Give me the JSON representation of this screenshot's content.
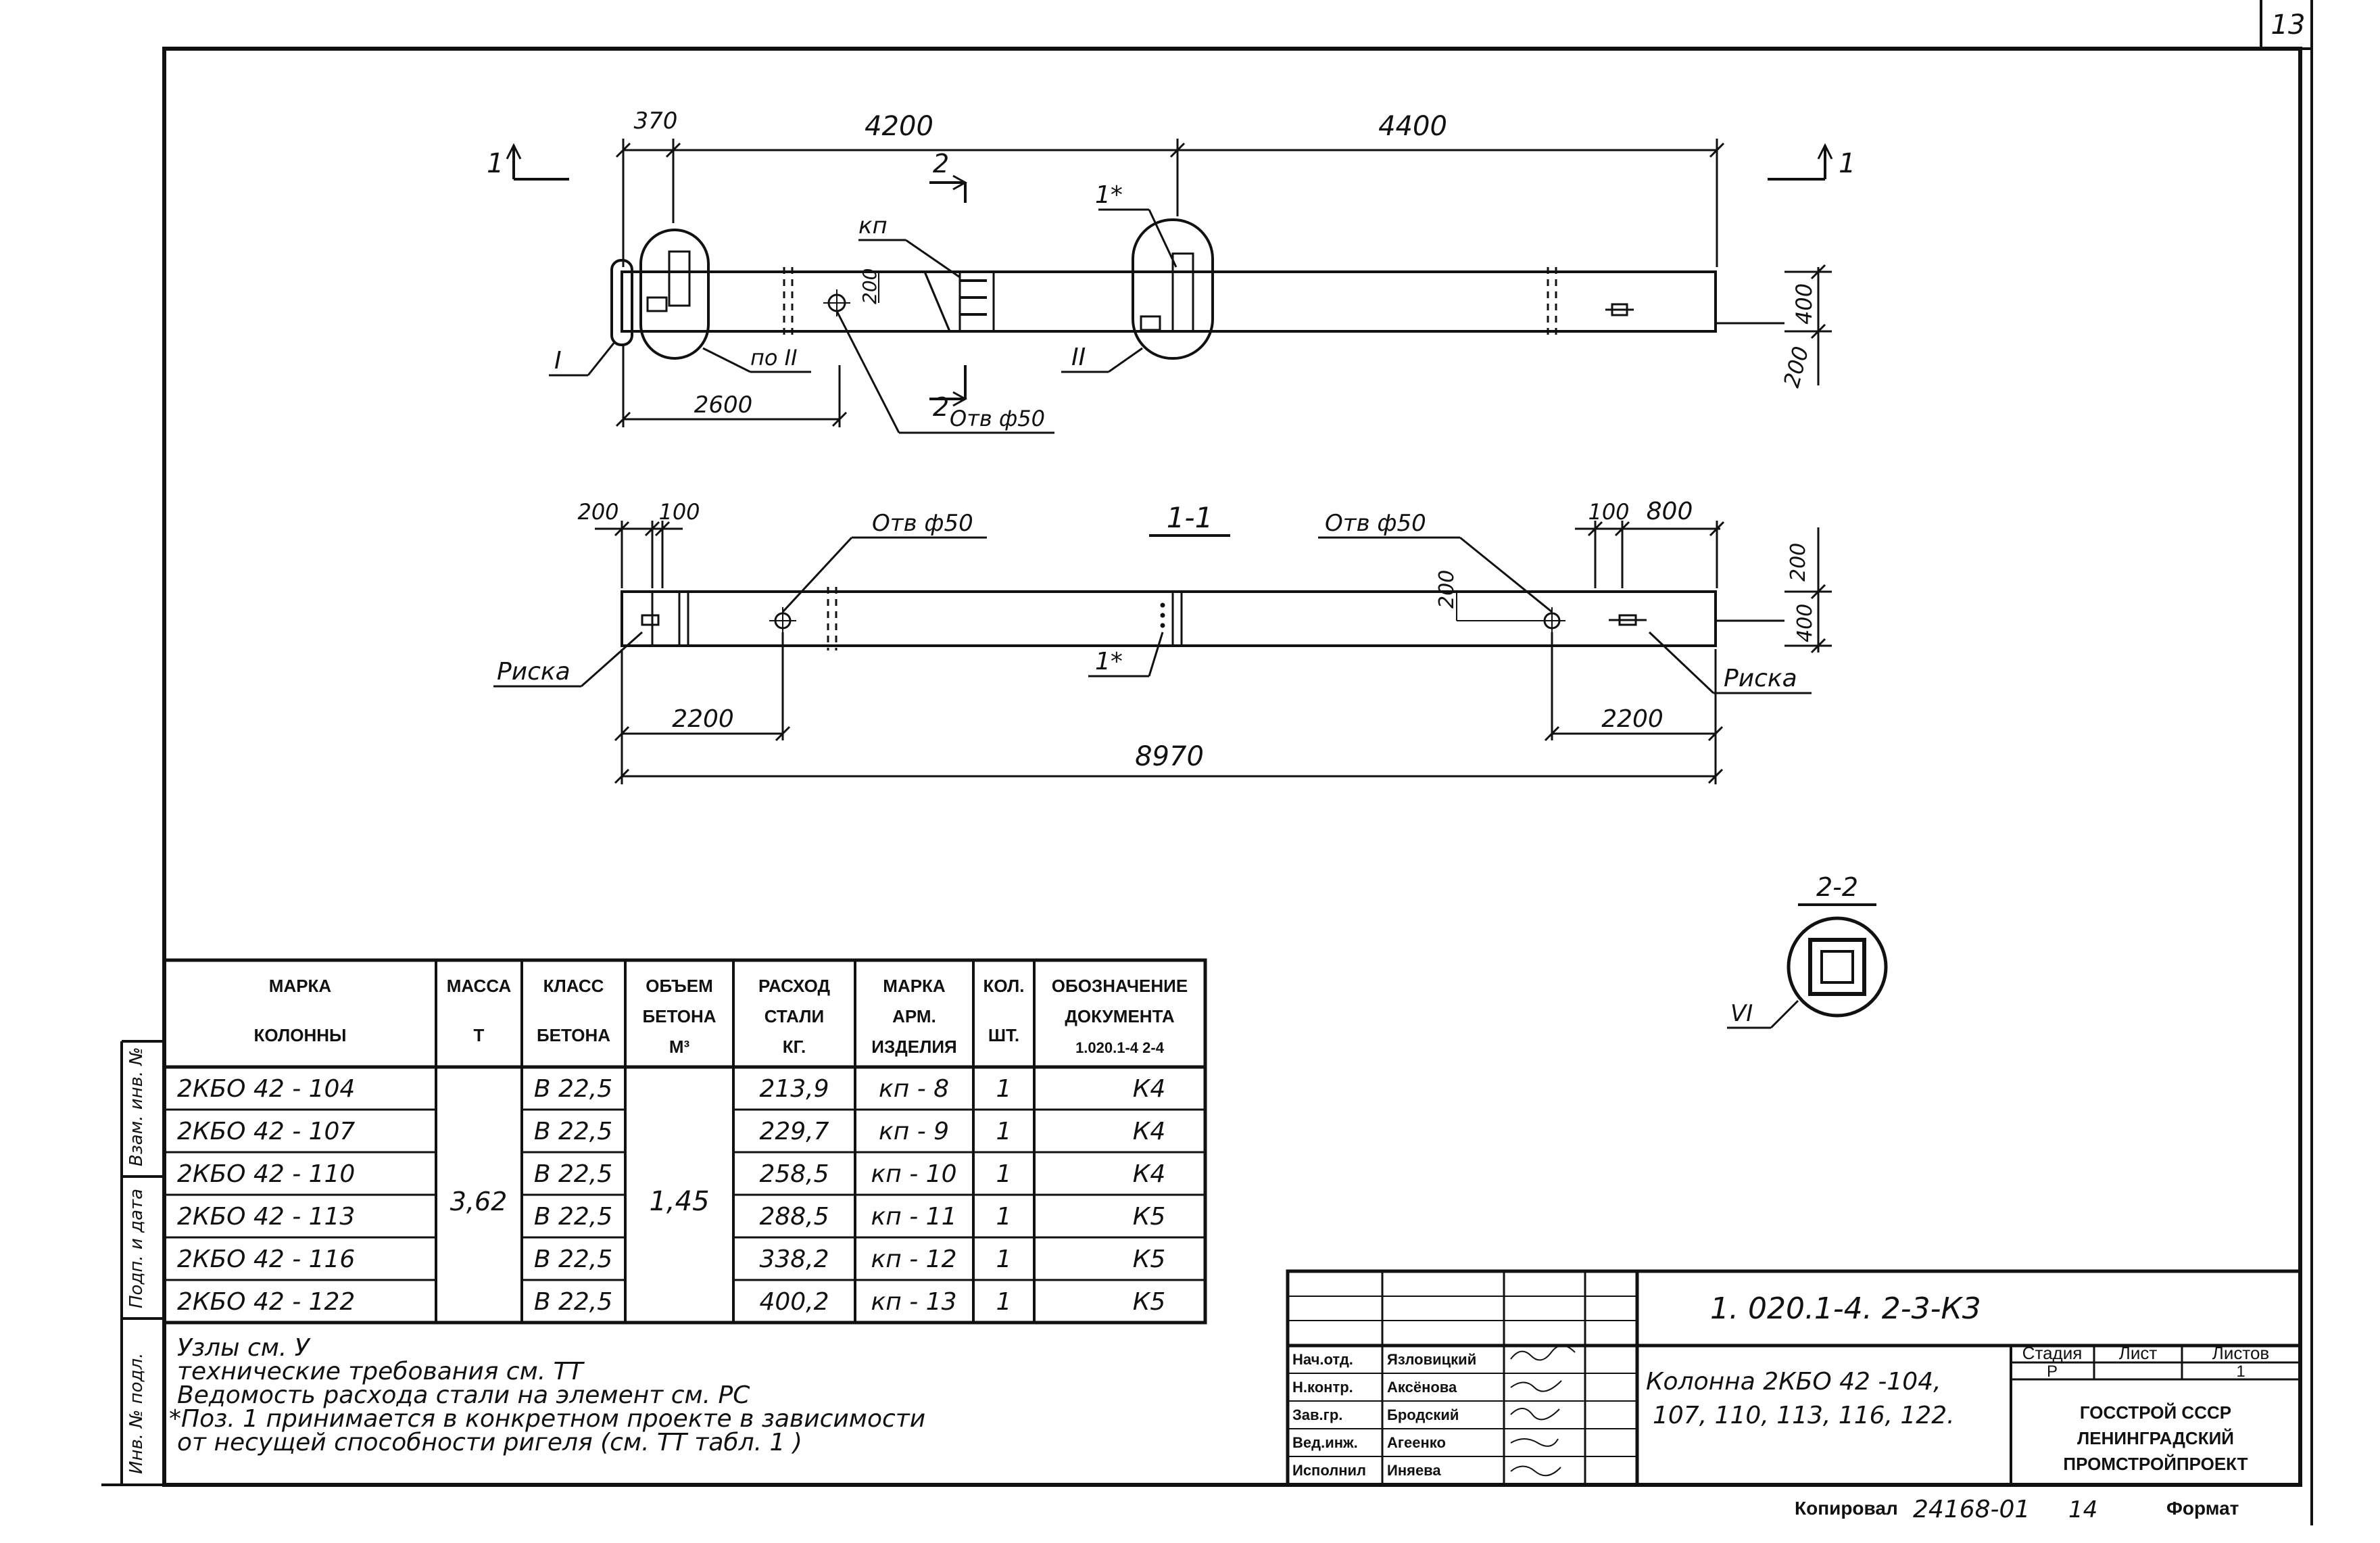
{
  "sheet": {
    "page_number": "13",
    "copy_note": "Копировал",
    "copy_number": "24168-01",
    "copy_sheet": "14",
    "format_label": "Формат"
  },
  "plan_view": {
    "dims": {
      "d370": "370",
      "d4200": "4200",
      "d4400": "4400",
      "d2600": "2600",
      "d200h": "200",
      "d400": "400",
      "d200v": "200"
    },
    "section_mark_left": "1",
    "section_mark_right": "1",
    "cut_2_top": "2",
    "cut_2_bottom": "2",
    "kp_label": "кп",
    "node_I": "I",
    "node_II": "II",
    "po_II": "по II",
    "pos_1star": "1*",
    "hole": "Отв ф50"
  },
  "section_1_1": {
    "title": "1-1",
    "dims": {
      "d200": "200",
      "d100a": "100",
      "d100b": "100",
      "d800": "800",
      "d200r": "200",
      "d400r": "400",
      "d200m": "200",
      "d2200l": "2200",
      "d2200r": "2200",
      "d8970": "8970"
    },
    "hole_left": "Отв ф50",
    "hole_right": "Отв ф50",
    "riska_left": "Риска",
    "riska_right": "Риска",
    "pos_1star": "1*"
  },
  "section_2_2": {
    "title": "2-2",
    "node_VI": "VI"
  },
  "spec_table": {
    "headers": [
      {
        "l1": "МАРКА",
        "l2": "",
        "l3": "КОЛОННЫ"
      },
      {
        "l1": "МАССА",
        "l2": "",
        "l3": "Т"
      },
      {
        "l1": "КЛАСС",
        "l2": "",
        "l3": "БЕТОНА"
      },
      {
        "l1": "ОБЪЕМ",
        "l2": "БЕТОНА",
        "l3": "М³"
      },
      {
        "l1": "РАСХОД",
        "l2": "СТАЛИ",
        "l3": "КГ."
      },
      {
        "l1": "МАРКА",
        "l2": "АРМ.",
        "l3": "ИЗДЕЛИЯ"
      },
      {
        "l1": "КОЛ.",
        "l2": "",
        "l3": "ШТ."
      },
      {
        "l1": "ОБОЗНАЧЕНИЕ",
        "l2": "ДОКУМЕНТА",
        "l3": "1.020.1-4   2-4"
      }
    ],
    "mass": "3,62",
    "volume": "1,45",
    "rows": [
      {
        "mark": "2КБО 42 - 104",
        "concrete": "В 22,5",
        "steel": "213,9",
        "kp": "кп - 8",
        "qty": "1",
        "doc": "К4"
      },
      {
        "mark": "2КБО 42 - 107",
        "concrete": "В 22,5",
        "steel": "229,7",
        "kp": "кп - 9",
        "qty": "1",
        "doc": "К4"
      },
      {
        "mark": "2КБО 42 - 110",
        "concrete": "В 22,5",
        "steel": "258,5",
        "kp": "кп - 10",
        "qty": "1",
        "doc": "К4"
      },
      {
        "mark": "2КБО 42 - 113",
        "concrete": "В 22,5",
        "steel": "288,5",
        "kp": "кп - 11",
        "qty": "1",
        "doc": "К5"
      },
      {
        "mark": "2КБО 42 - 116",
        "concrete": "В 22,5",
        "steel": "338,2",
        "kp": "кп - 12",
        "qty": "1",
        "doc": "К5"
      },
      {
        "mark": "2КБО 42 - 122",
        "concrete": "В 22,5",
        "steel": "400,2",
        "kp": "кп - 13",
        "qty": "1",
        "doc": "К5"
      }
    ]
  },
  "notes": [
    "Узлы см. У",
    "технические требования см. ТТ",
    "Ведомость расхода стали на элемент см. РС",
    "*Поз. 1 принимается в конкретном проекте в зависимости",
    "от несущей способности ригеля (см. ТТ табл. 1 )"
  ],
  "side_stamp": [
    "Инв. № подл.",
    "Подп. и дата",
    "Взам. инв. №"
  ],
  "title_block": {
    "doc_code": "1. 020.1-4.    2-3-К3",
    "title_line1": "Колонна 2КБО 42 -104,",
    "title_line2": "107, 110, 113, 116, 122.",
    "stage_header": "Стадия",
    "sheet_header": "Лист",
    "sheets_header": "Листов",
    "stage_value": "Р",
    "sheet_value": "",
    "sheets_value": "1",
    "org_line1": "ГОССТРОЙ СССР",
    "org_line2": "ЛЕНИНГРАДСКИЙ",
    "org_line3": "ПРОМСТРОЙПРОЕКТ",
    "roles": [
      {
        "role": "Нач.отд.",
        "name": "Язловицкий"
      },
      {
        "role": "Н.контр.",
        "name": "Аксёнова"
      },
      {
        "role": "Зав.гр.",
        "name": "Бродский"
      },
      {
        "role": "Вед.инж.",
        "name": "Агеенко"
      },
      {
        "role": "Исполнил",
        "name": "Иняева"
      }
    ]
  }
}
